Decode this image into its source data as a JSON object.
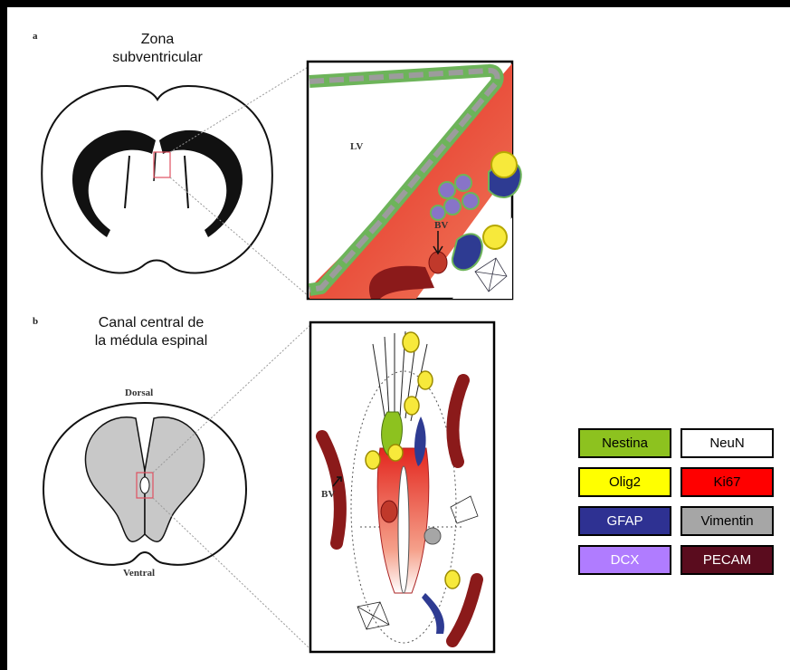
{
  "panels": {
    "a": {
      "letter": "a",
      "caption": "Zona\nsubventricular",
      "lv_label": "LV",
      "bv_label": "BV"
    },
    "b": {
      "letter": "b",
      "caption": "Canal central de\nla médula espinal",
      "dorsal_label": "Dorsal",
      "ventral_label": "Ventral",
      "bv_label": "BV"
    }
  },
  "legend": [
    {
      "label": "Nestina",
      "bg": "#8dc21f",
      "fg": "#000000"
    },
    {
      "label": "NeuN",
      "bg": "#ffffff",
      "fg": "#000000"
    },
    {
      "label": "Olig2",
      "bg": "#ffff00",
      "fg": "#000000"
    },
    {
      "label": "Ki67",
      "bg": "#ff0000",
      "fg": "#000000"
    },
    {
      "label": "GFAP",
      "bg": "#2e3192",
      "fg": "#ffffff"
    },
    {
      "label": "Vimentin",
      "bg": "#a6a6a6",
      "fg": "#000000"
    },
    {
      "label": "DCX",
      "bg": "#b07cff",
      "fg": "#ffffff"
    },
    {
      "label": "PECAM",
      "bg": "#5a0c1e",
      "fg": "#ffffff"
    }
  ]
}
